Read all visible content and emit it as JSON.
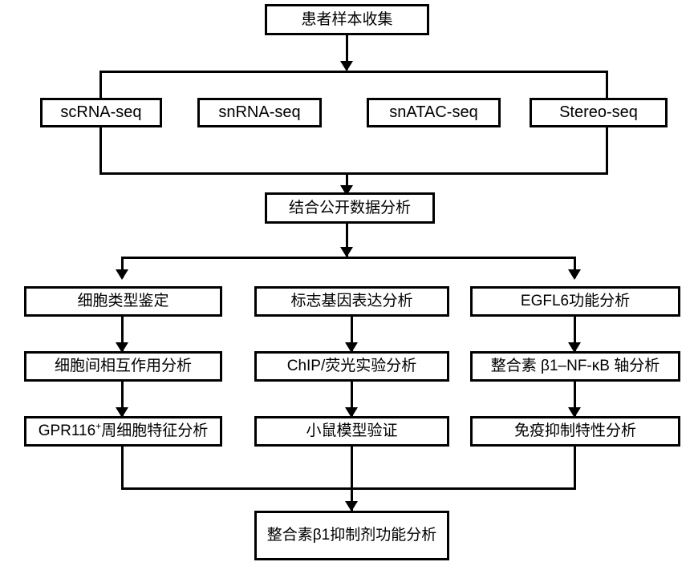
{
  "diagram": {
    "title": "Study workflow flowchart",
    "type": "flowchart",
    "background_color": "#ffffff",
    "line_color": "#000000",
    "nodes": {
      "sample_collection": "患者样本收集",
      "scrna": "scRNA-seq",
      "snrna": "snRNA-seq",
      "snatac": "snATAC-seq",
      "stereo": "Stereo-seq",
      "public_data": "结合公开数据分析",
      "cell_type": "细胞类型鉴定",
      "cell_interaction": "细胞间相互作用分析",
      "gpr116_prefix": "GPR116",
      "gpr116_sup": "+",
      "gpr116_suffix": "周细胞特征分析",
      "marker_gene": "标志基因表达分析",
      "chip_assay": "ChIP/荧光实验分析",
      "mouse_model": "小鼠模型验证",
      "egfl6": "EGFL6功能分析",
      "integrin_axis": "整合素 β1–NF-κB 轴分析",
      "immune_suppression": "免疫抑制特性分析",
      "inhibitor": "整合素β1抑制剂功能分析"
    }
  }
}
